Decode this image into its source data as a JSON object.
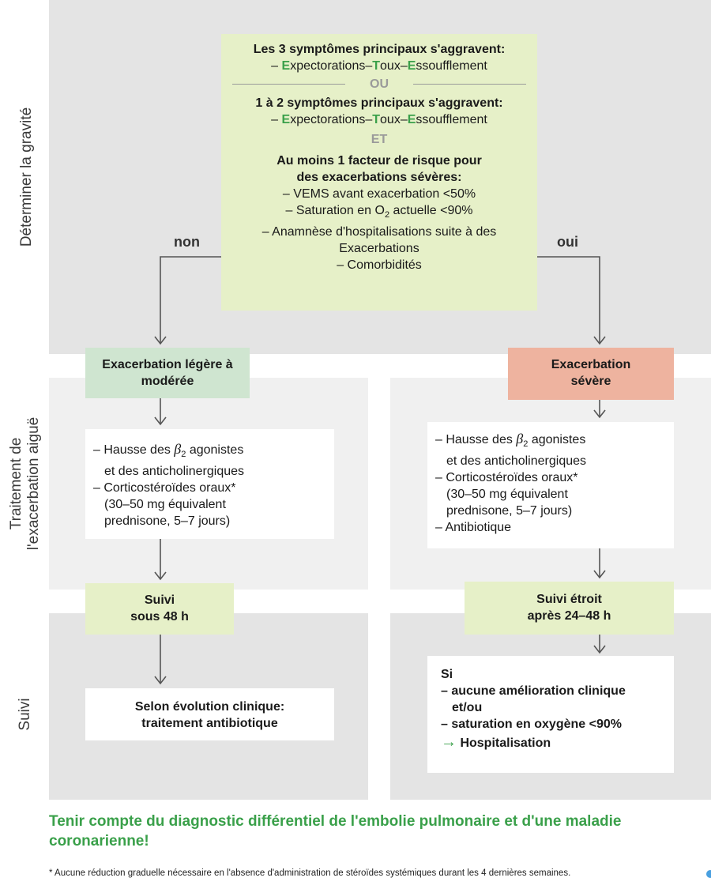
{
  "side_labels": {
    "gravite": "Déterminer la gravité",
    "traitement_l1": "Traitement de",
    "traitement_l2": "l'exacerbation aiguë",
    "suivi": "Suivi"
  },
  "top_box": {
    "title1": "Les 3 symptômes principaux s'aggravent:",
    "sym_dash": "– ",
    "sym_E": "E",
    "sym_1": "xpectorations–",
    "sym_T": "T",
    "sym_2": "oux–",
    "sym_E2": "E",
    "sym_3": "ssoufflement",
    "ou": "OU",
    "title2": "1 à 2 symptômes principaux s'aggravent:",
    "et": "ET",
    "risk_title1": "Au moins 1 facteur de risque pour",
    "risk_title2": "des exacerbations sévères:",
    "risk1": "– VEMS avant exacerbation <50%",
    "risk2a": "– Saturation en O",
    "risk2sub": "2",
    "risk2b": " actuelle <90%",
    "risk3a": "– Anamnèse d'hospitalisations suite à des",
    "risk3b": "Exacerbations",
    "risk4": "– Comorbidités"
  },
  "branch": {
    "non": "non",
    "oui": "oui"
  },
  "left": {
    "severity_l1": "Exacerbation légère à",
    "severity_l2": "modérée",
    "treat1a": "– Hausse des ",
    "beta": "β",
    "beta_sub": "2",
    "treat1b": " agonistes",
    "treat1c": "et des anticholinergiques",
    "treat2a": "– Corticostéroïdes oraux*",
    "treat2b": "(30–50 mg équivalent",
    "treat2c": "prednisone, 5–7 jours)",
    "follow_l1": "Suivi",
    "follow_l2": "sous 48 h",
    "outcome_l1": "Selon évolution clinique:",
    "outcome_l2": "traitement antibiotique"
  },
  "right": {
    "severity_l1": "Exacerbation",
    "severity_l2": "sévère",
    "treat3": "– Antibiotique",
    "follow_l1": "Suivi étroit",
    "follow_l2": "après 24–48 h",
    "if": "Si",
    "cond1a": "– aucune amélioration clinique",
    "cond1b": "et/ou",
    "cond2": "– saturation en oxygène <90%",
    "arrow": "→",
    "result": "Hospitalisation"
  },
  "warning": "Tenir compte du diagnostic différentiel de l'embolie pulmonaire et d'une maladie coronarienne!",
  "footnote": "* Aucune réduction graduelle nécessaire en l'absence d'administration de stéroïdes systémiques durant les 4 dernières semaines.",
  "colors": {
    "band_gray": "#e4e4e4",
    "band_light": "#f0f0f0",
    "top_box": "#e6f0c8",
    "mild_box": "#cfe5d0",
    "severe_box": "#eeb39f",
    "accent_green": "#3aa04a"
  }
}
